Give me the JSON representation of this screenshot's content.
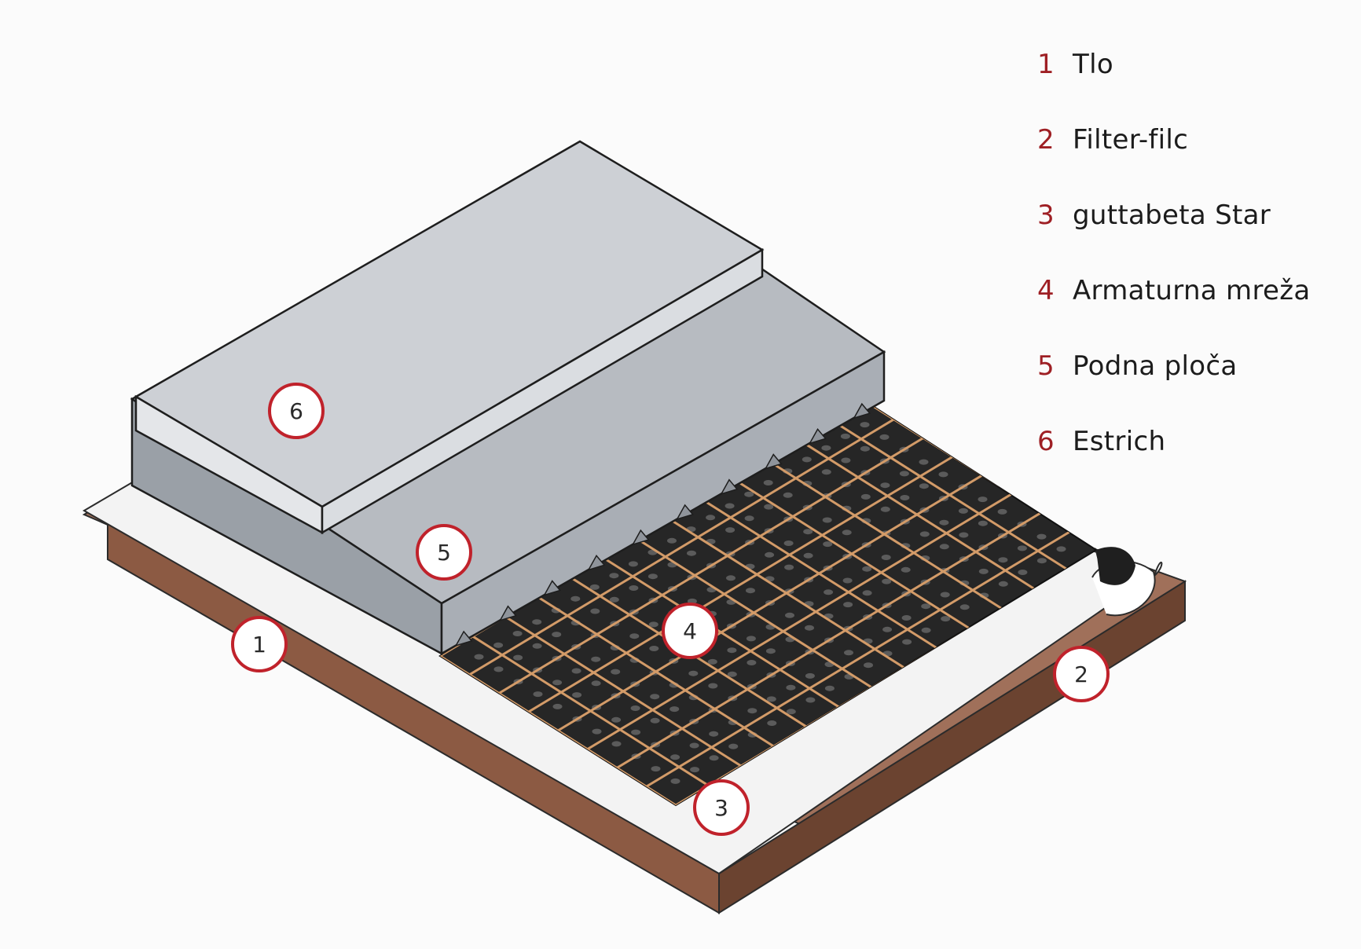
{
  "colors": {
    "ground": "#8c5a43",
    "ground_dark": "#6b4330",
    "felt": "#f3f3f3",
    "membrane": "#262626",
    "mesh": "#d39b68",
    "slab": "#b4b8be",
    "estrich": "#c9ccd1",
    "callout_ring": "#c0222b"
  },
  "legend": {
    "items": [
      {
        "num": "1",
        "label": "Tlo"
      },
      {
        "num": "2",
        "label": "Filter-filc"
      },
      {
        "num": "3",
        "label": "guttabeta Star"
      },
      {
        "num": "4",
        "label": "Armaturna mreža"
      },
      {
        "num": "5",
        "label": "Podna ploča"
      },
      {
        "num": "6",
        "label": "Estrich"
      }
    ]
  },
  "callouts": [
    "1",
    "2",
    "3",
    "4",
    "5",
    "6"
  ]
}
